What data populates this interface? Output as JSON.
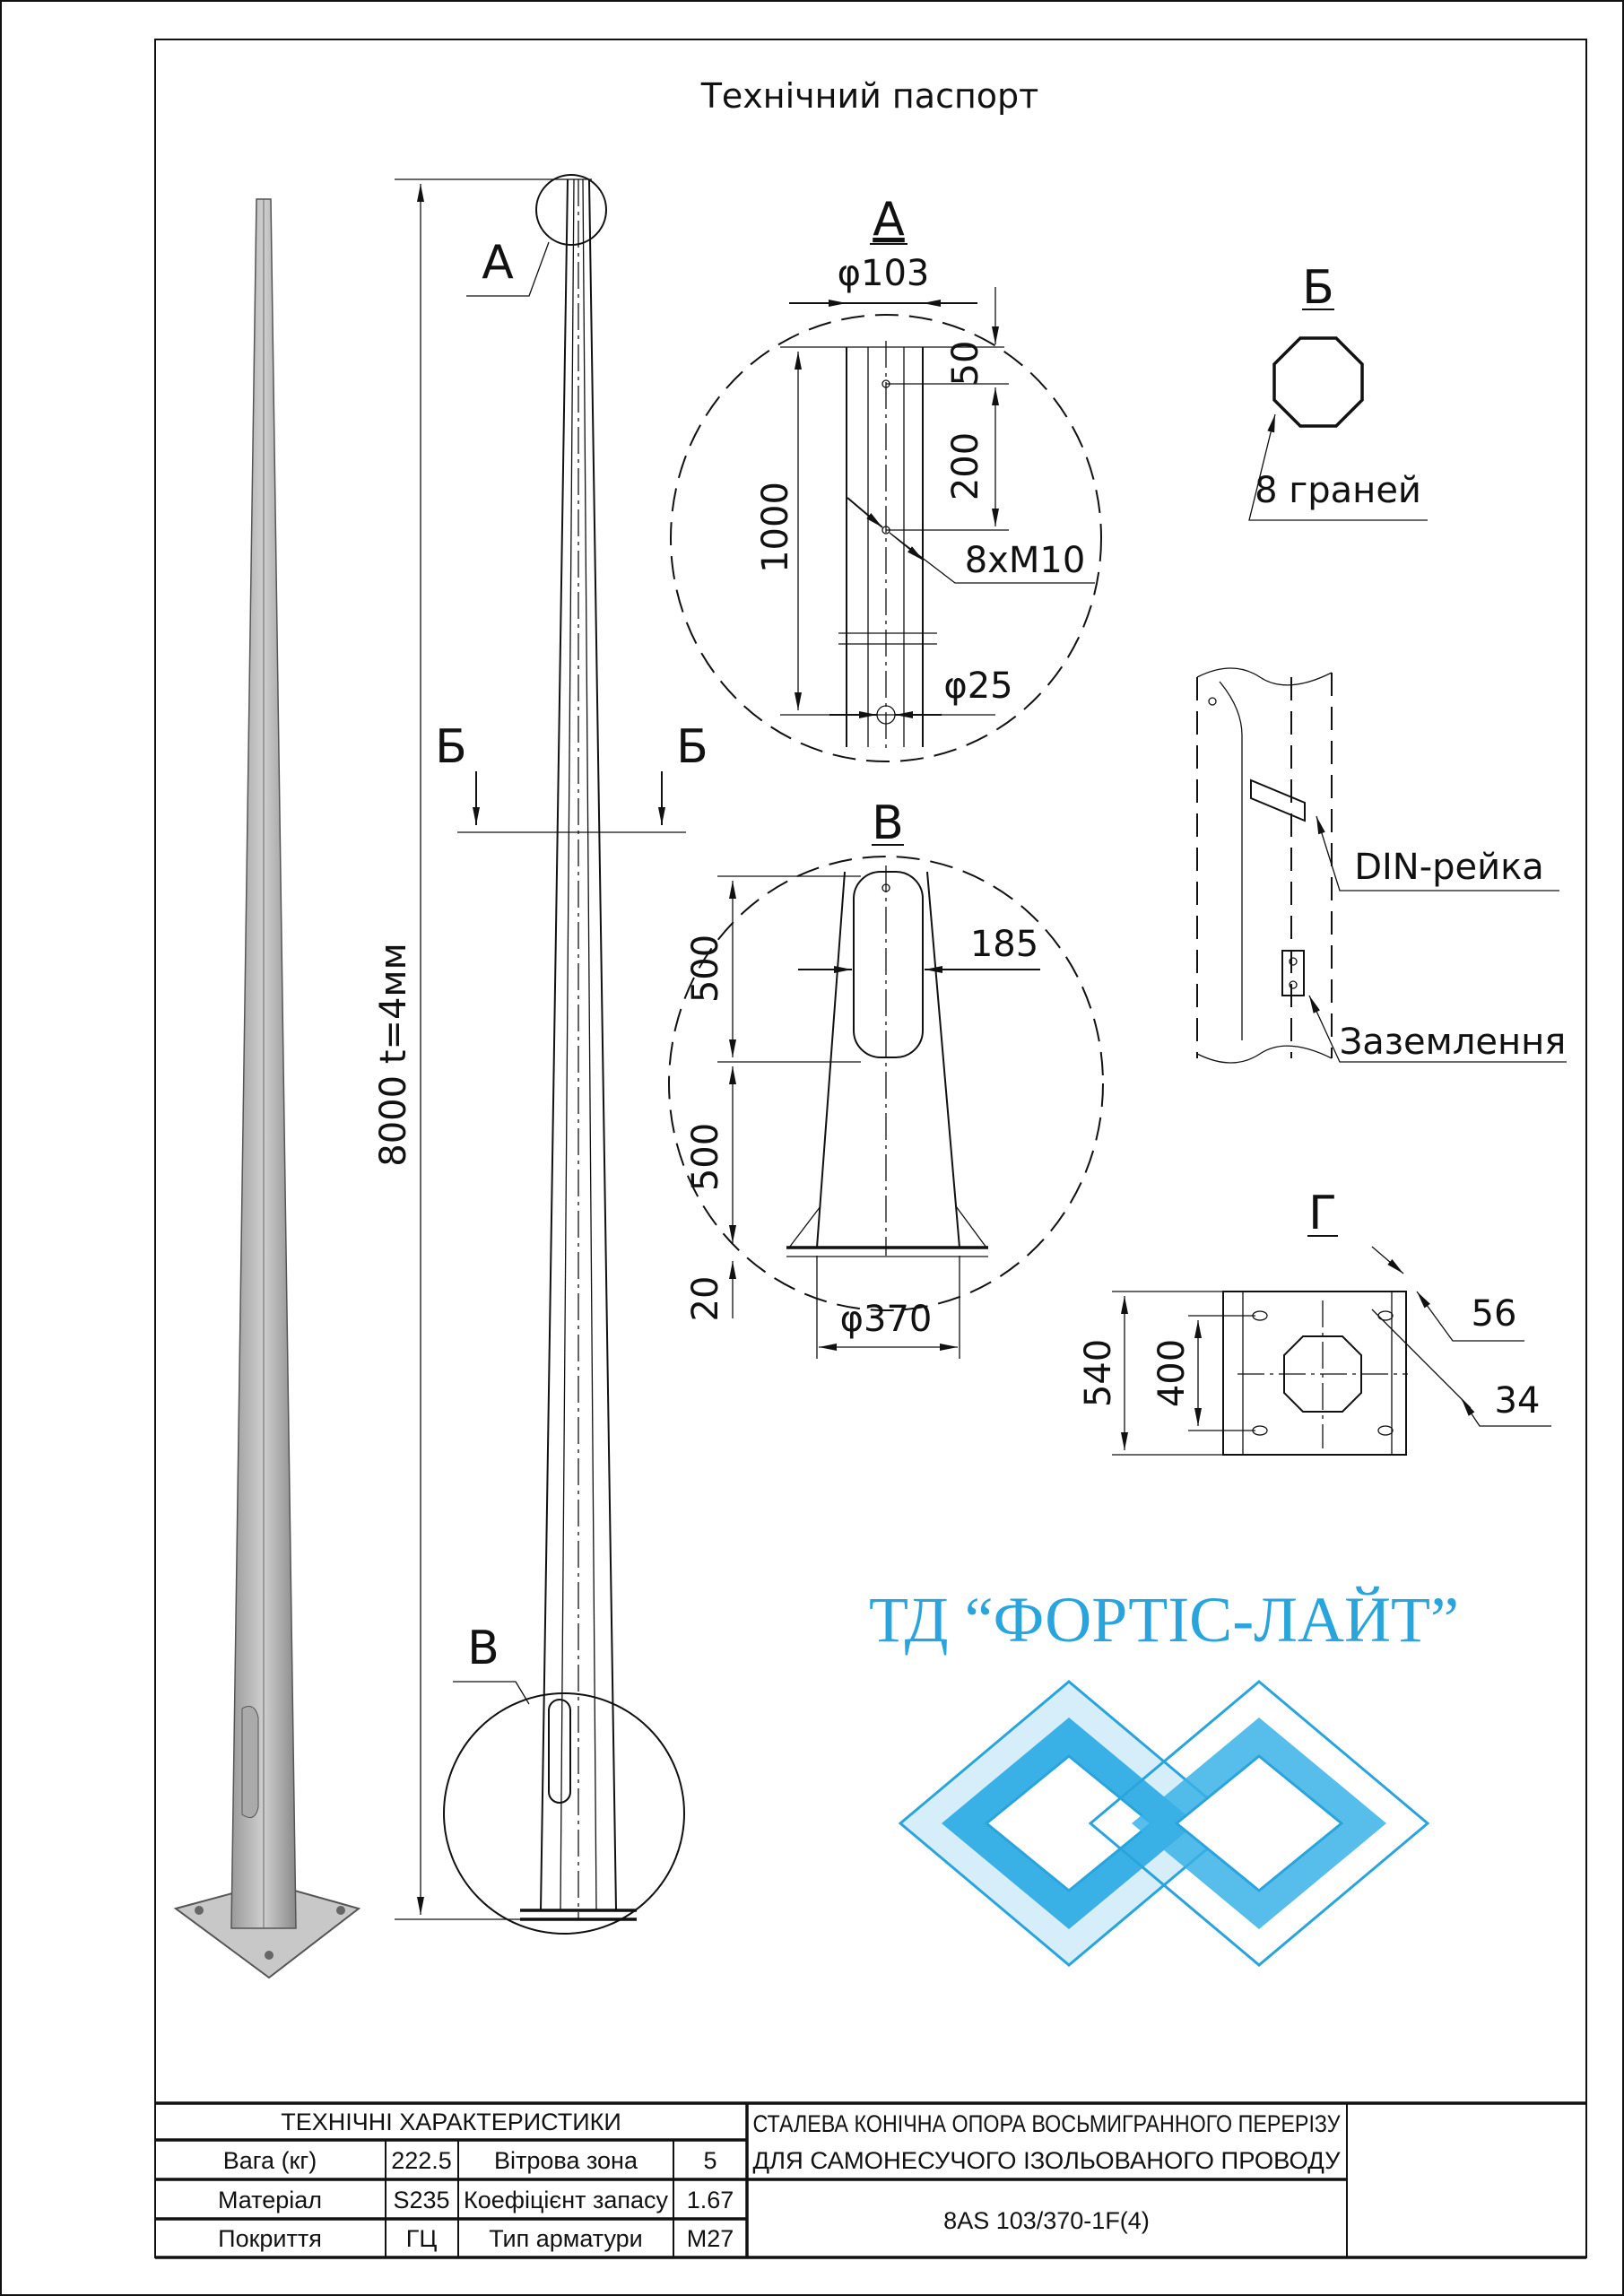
{
  "title": "Технічний паспорт",
  "elevation": {
    "height_label": "8000 t=4мм",
    "view_a": "А",
    "section_b_left": "Б",
    "section_b_right": "Б",
    "view_v": "В"
  },
  "detail_a": {
    "title": "А",
    "diameter_top": "φ103",
    "dim_50": "50",
    "dim_200": "200",
    "dim_1000": "1000",
    "holes": "8xM10",
    "diameter_hole": "φ25"
  },
  "detail_b": {
    "title": "Б",
    "faces": "8 граней"
  },
  "detail_v": {
    "title": "В",
    "dim_500_top": "500",
    "dim_500_bottom": "500",
    "dim_20": "20",
    "dim_185": "185",
    "diameter_base": "φ370"
  },
  "detail_din": {
    "din_rail": "DIN-рейка",
    "grounding": "Заземлення"
  },
  "detail_g": {
    "title": "Г",
    "dim_540": "540",
    "dim_400": "400",
    "dim_56": "56",
    "dim_34": "34"
  },
  "logo": {
    "text": "ТД “ФОРТІС-ЛАЙТ”",
    "color": "#2aa4dc"
  },
  "table": {
    "header": "ТЕХНІЧНІ ХАРАКТЕРИСТИКИ",
    "rows": [
      {
        "k1": "Вага (кг)",
        "v1": "222.5",
        "k2": "Вітрова зона",
        "v2": "5"
      },
      {
        "k1": "Матеріал",
        "v1": "S235",
        "k2": "Коефіцієнт запасу",
        "v2": "1.67"
      },
      {
        "k1": "Покриття",
        "v1": "ГЦ",
        "k2": "Тип арматури",
        "v2": "M27"
      }
    ],
    "product_line1": "СТАЛЕВА КОНІЧНА ОПОРА ВОСЬМИГРАННОГО ПЕРЕРІЗУ",
    "product_line2": "ДЛЯ САМОНЕСУЧОГО ІЗОЛЬОВАНОГО ПРОВОДУ",
    "code": "8AS 103/370-1F(4)"
  }
}
